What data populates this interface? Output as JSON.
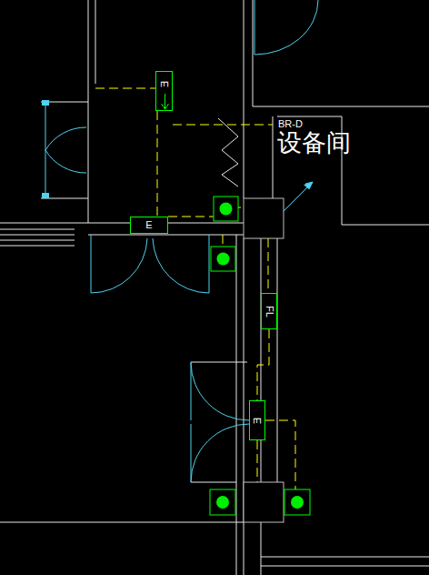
{
  "diagram": {
    "nodes": [
      {
        "text": [
          "E"
        ]
      },
      {
        "text": [
          "E"
        ]
      },
      {
        "text": [
          "FL"
        ]
      },
      {
        "text": [
          "E"
        ]
      }
    ],
    "edges": [
      {
        "from": 2,
        "to": 3,
        "arrow": "none"
      }
    ],
    "labels": [
      "BR-D",
      "设备间"
    ]
  }
}
